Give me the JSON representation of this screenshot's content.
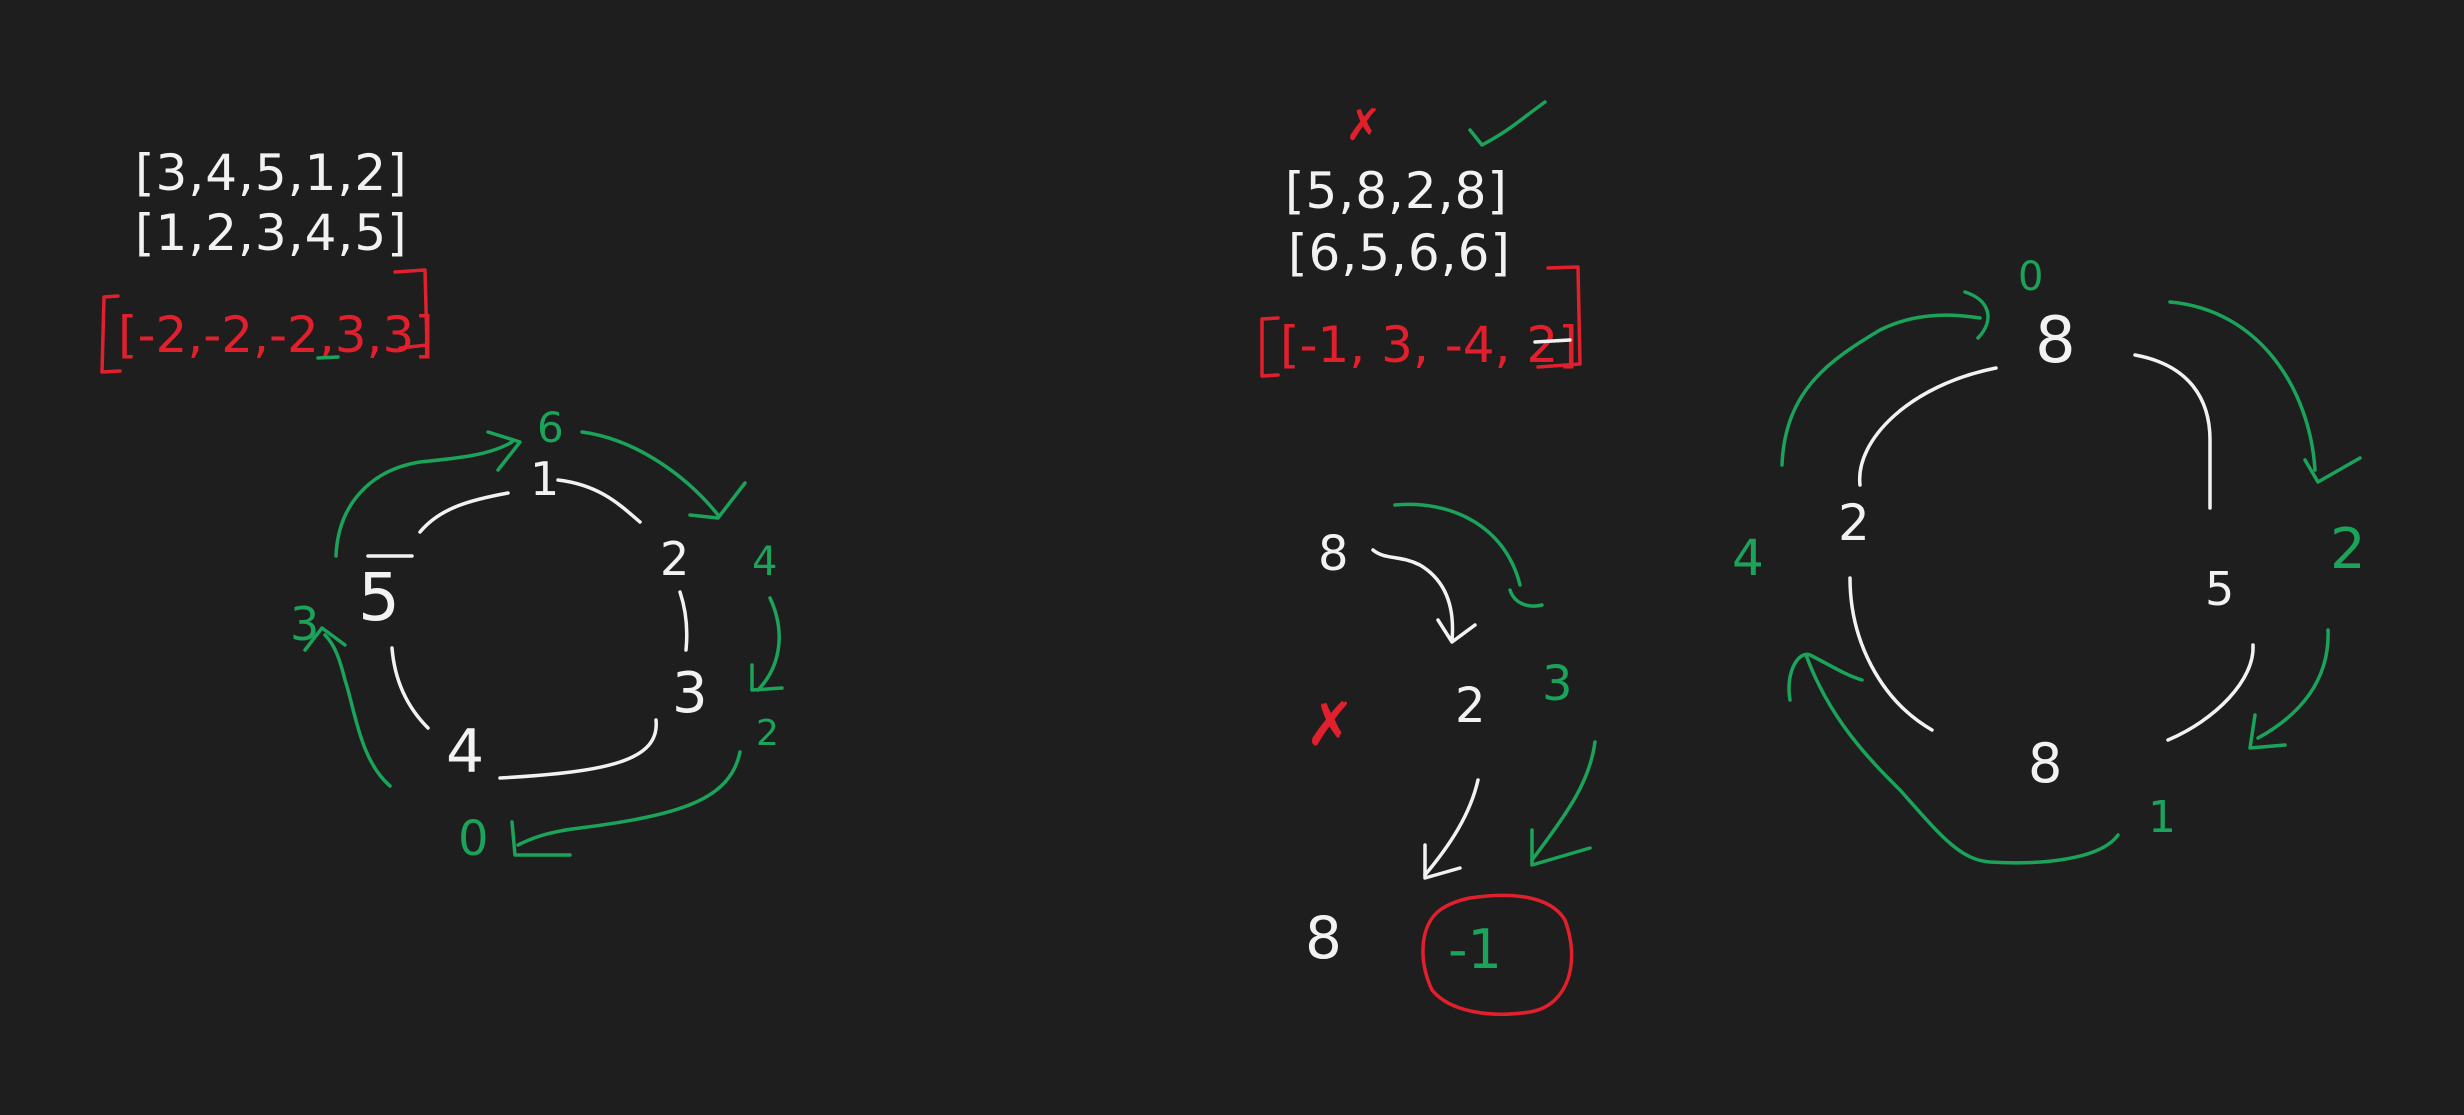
{
  "colors": {
    "background": "#1e1e1e",
    "chalk": "#f2f2f2",
    "red": "#e0202d",
    "green": "#1ba35a"
  },
  "left": {
    "gas": "[3,4,5,1,2]",
    "cost": "[1,2,3,4,5]",
    "diff": "[-2,-2,-2,3,3]",
    "nodes": [
      "1",
      "2",
      "3",
      "4",
      "5"
    ],
    "tank_values": [
      "6",
      "4",
      "2",
      "0",
      "3"
    ]
  },
  "right": {
    "check_marks": {
      "wrong": "✗",
      "right": "✓"
    },
    "gas": "[5,8,2,8]",
    "cost": "[6,5,6,6]",
    "diff": "[-1, 3, -4, 2]",
    "chain_nodes": [
      "8",
      "2",
      "8"
    ],
    "chain_tanks": [
      "3",
      "-1"
    ],
    "cross_mark": "✗",
    "ring_nodes": [
      "8",
      "5",
      "8",
      "2"
    ],
    "ring_tanks": [
      "0",
      "2",
      "1",
      "4"
    ]
  }
}
